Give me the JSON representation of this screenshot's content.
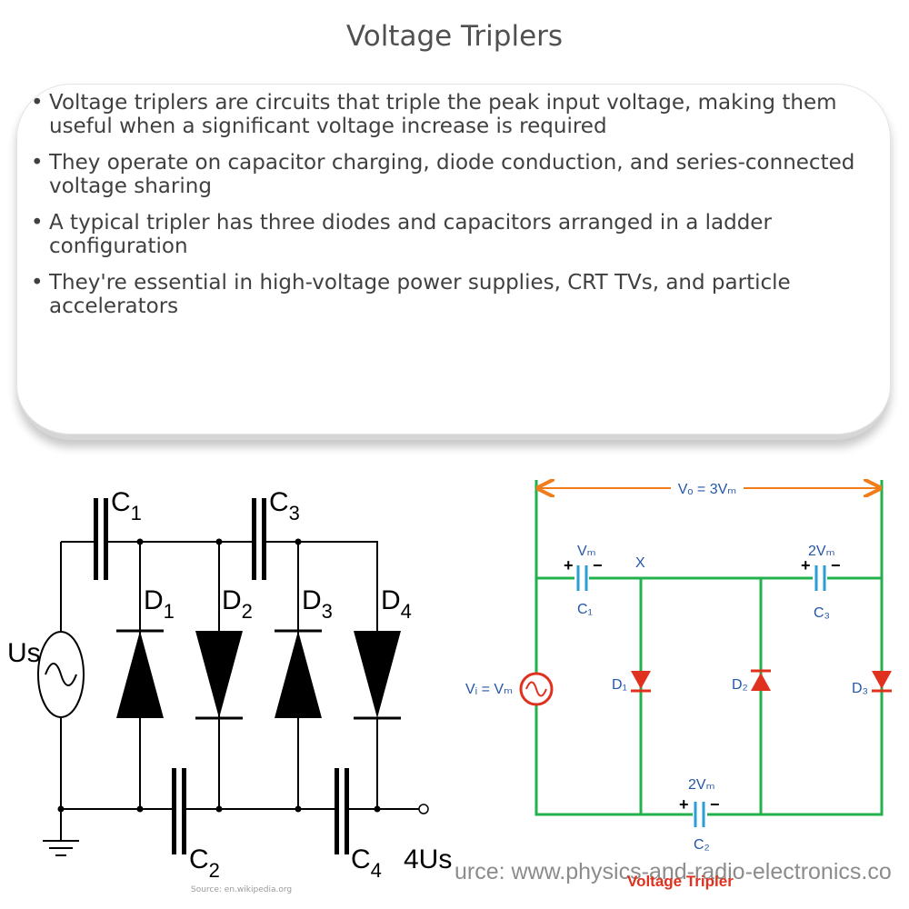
{
  "page": {
    "title": "Voltage Triplers"
  },
  "bullets": [
    {
      "text": "Voltage triplers are circuits that triple the peak input voltage, making them useful when a significant voltage increase is required"
    },
    {
      "text": "They operate on capacitor charging, diode conduction, and series-connected voltage sharing"
    },
    {
      "text": "A typical tripler has three diodes and capacitors arranged in a ladder configuration"
    },
    {
      "text": "They're essential in high-voltage power supplies, CRT TVs, and particle accelerators"
    }
  ],
  "left_diagram": {
    "labels": {
      "c1": "C",
      "c1_sub": "1",
      "c2": "C",
      "c2_sub": "2",
      "c3": "C",
      "c3_sub": "3",
      "c4": "C",
      "c4_sub": "4",
      "d1": "D",
      "d1_sub": "1",
      "d2": "D",
      "d2_sub": "2",
      "d3": "D",
      "d3_sub": "3",
      "d4": "D",
      "d4_sub": "4",
      "source": "Us",
      "output": "4Us"
    },
    "source_note": "Source: en.wikipedia.org"
  },
  "right_diagram": {
    "labels": {
      "vo": "Vₒ = 3Vₘ",
      "vi": "Vᵢ = Vₘ",
      "c1_v": "Vₘ",
      "c1": "C₁",
      "x": "X",
      "c3_v": "2Vₘ",
      "c3": "C₃",
      "c2_v": "2Vₘ",
      "c2": "C₂",
      "d1": "D₁",
      "d2": "D₂",
      "d3": "D₃",
      "plus": "+",
      "minus": "−"
    },
    "caption": "Voltage Tripler",
    "source_note": "urce: www.physics-and-radio-electronics.co"
  },
  "colors": {
    "wire_green": "#22b14c",
    "arrow_orange": "#f07c1a",
    "label_blue": "#2456a8",
    "cap_blue": "#2a9fd6",
    "diode_red": "#e0301e",
    "text_dark": "#404040"
  }
}
